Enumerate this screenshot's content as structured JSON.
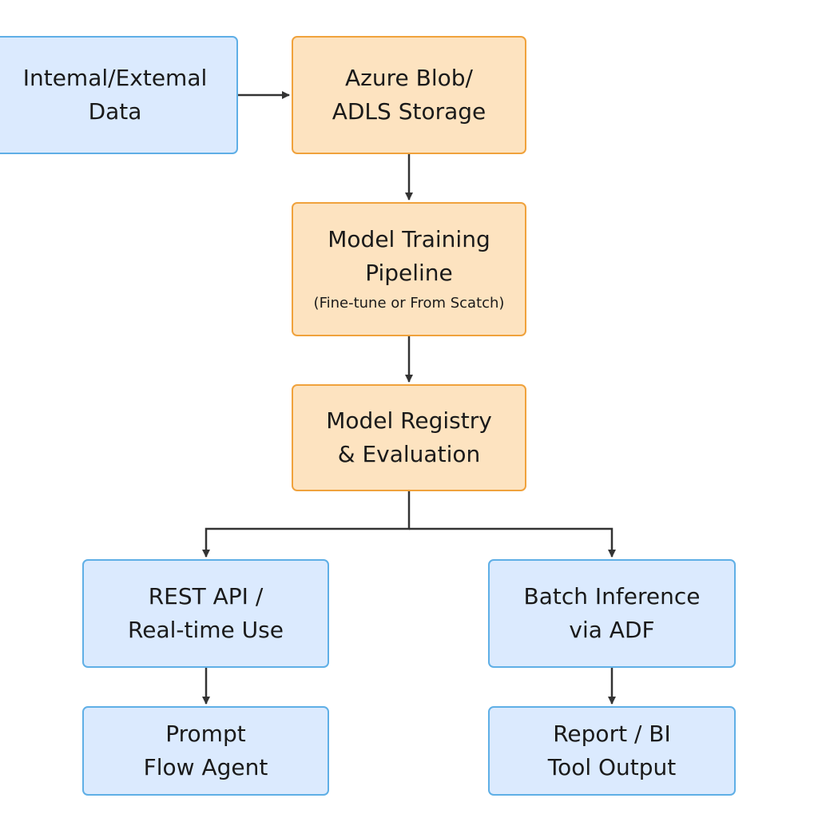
{
  "nodes": {
    "data": {
      "lines": [
        "Intemal/Extemal",
        "Data"
      ]
    },
    "storage": {
      "lines": [
        "Azure Blob/",
        "ADLS Storage"
      ]
    },
    "training": {
      "lines": [
        "Model Training",
        "Pipeline"
      ],
      "note": "(Fine-tune or From Scatch)"
    },
    "registry": {
      "lines": [
        "Model Registry",
        "& Evaluation"
      ]
    },
    "rest": {
      "lines": [
        "REST API /",
        "Real-time Use"
      ]
    },
    "batch": {
      "lines": [
        "Batch Inference",
        "via ADF"
      ]
    },
    "prompt": {
      "lines": [
        "Prompt",
        "Flow Agent"
      ]
    },
    "report": {
      "lines": [
        "Report / BI",
        "Tool Output"
      ]
    }
  },
  "colors": {
    "blue_fill": "#dbeafe",
    "blue_border": "#5fafe6",
    "orange_fill": "#fde3c0",
    "orange_border": "#f0a23c",
    "connector": "#333333"
  }
}
